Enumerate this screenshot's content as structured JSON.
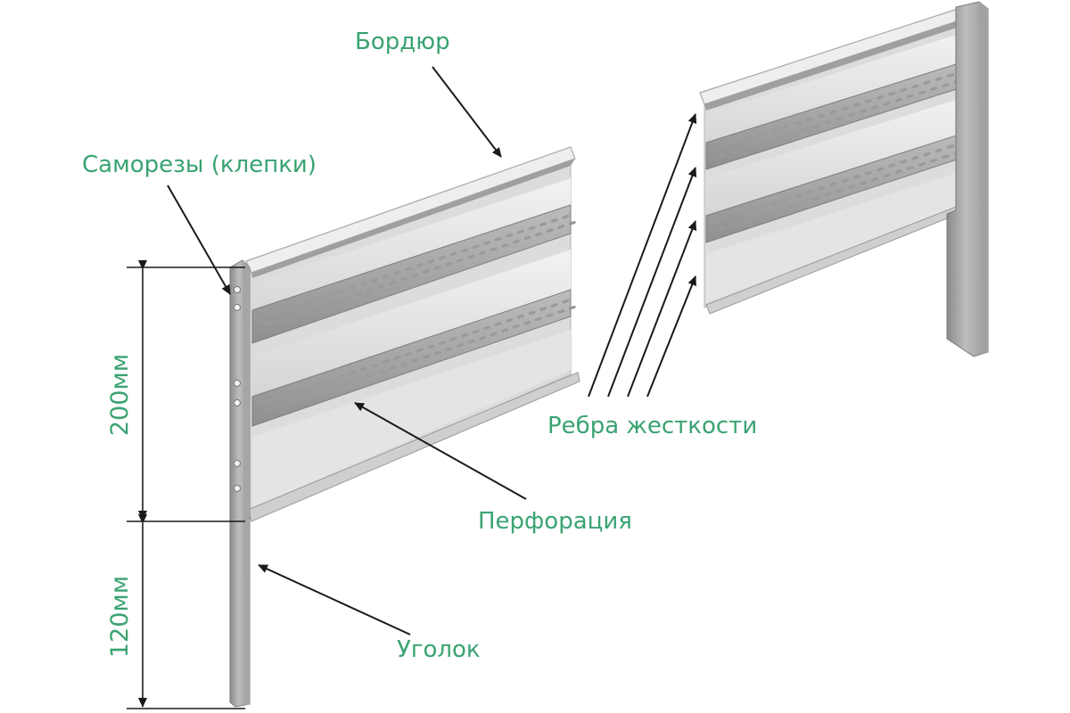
{
  "labels": {
    "border": "Бордюр",
    "screws": "Саморезы (клепки)",
    "perforation": "Перфорация",
    "ribs": "Ребра жесткости",
    "angle": "Уголок"
  },
  "dimensions": {
    "height_border": "200мм",
    "height_angle": "120мм"
  },
  "colors": {
    "label": "#3aa372",
    "metal_light": "#e6e6e6",
    "metal_mid": "#c9c9c9",
    "metal_dark": "#8e8e8e",
    "line": "#1a1a1a"
  }
}
